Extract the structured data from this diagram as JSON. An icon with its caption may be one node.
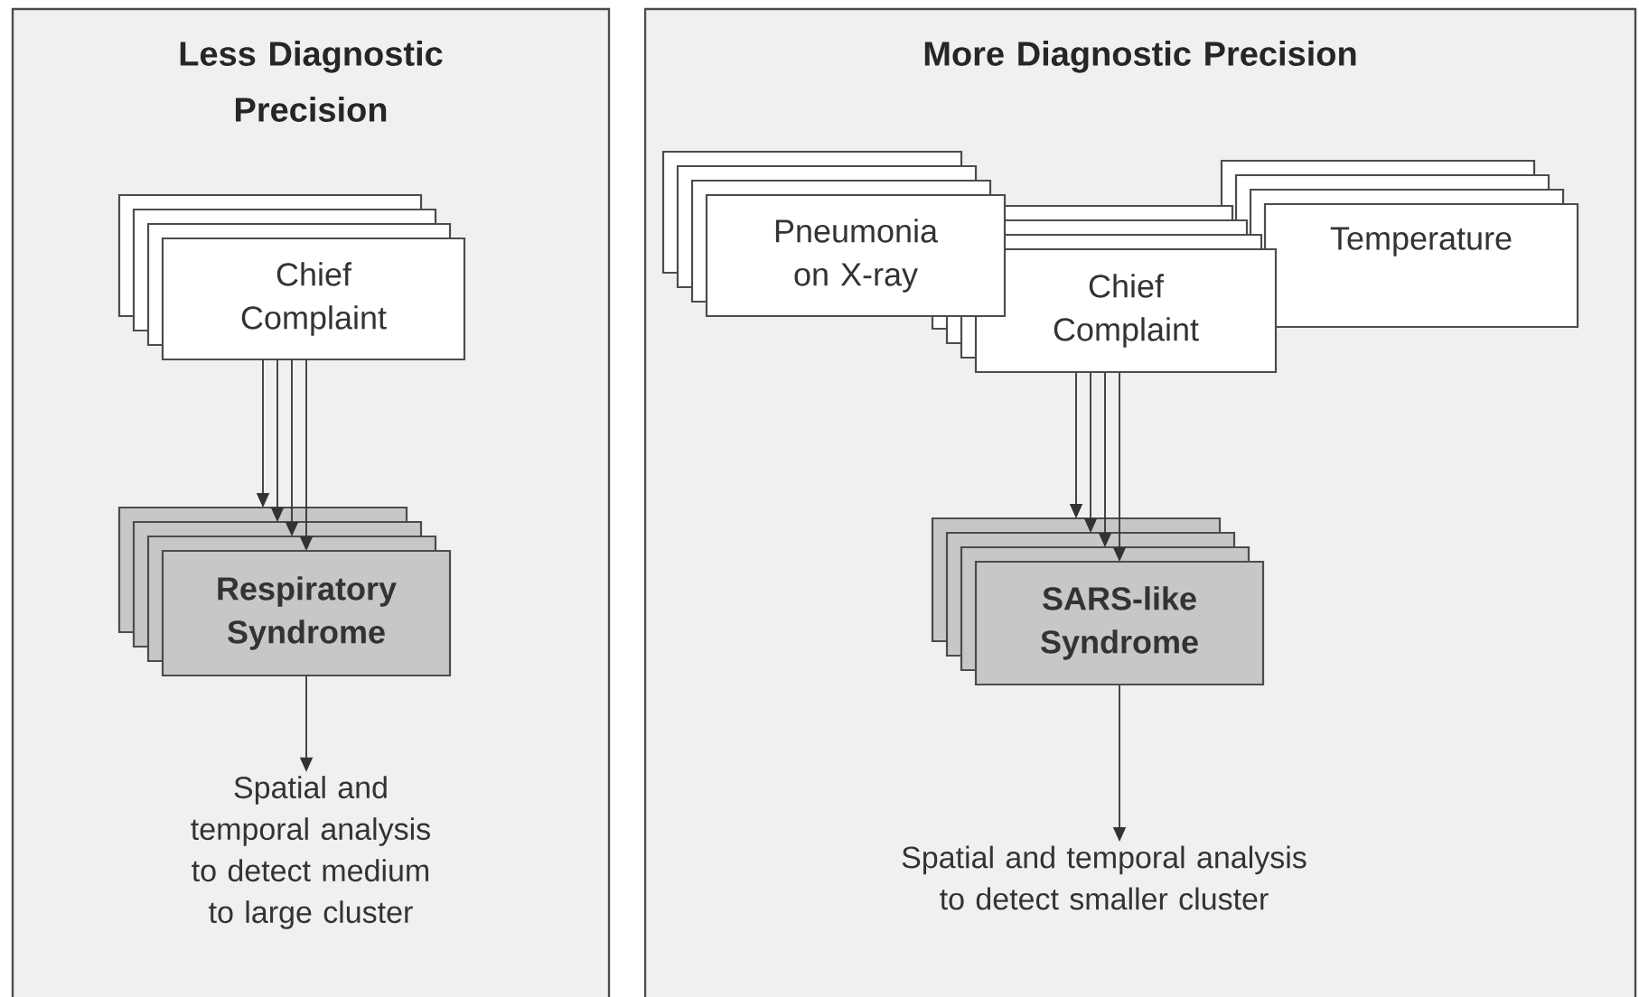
{
  "diagram": {
    "nodes": [
      {
        "text": [
          "Less Diagnostic Precision"
        ]
      },
      {
        "text": [
          "Chief Complaint"
        ],
        "in": 0
      },
      {
        "text": [
          "Respiratory Syndrome"
        ],
        "in": 0
      },
      {
        "text": [
          "Spatial and temporal analysis to detect medium to large cluster"
        ],
        "in": 0
      },
      {
        "text": [
          "More Diagnostic Precision"
        ]
      },
      {
        "text": [
          "Pneumonia on X-ray"
        ],
        "in": 4
      },
      {
        "text": [
          "Chief Complaint"
        ],
        "in": 4
      },
      {
        "text": [
          "Temperature"
        ],
        "in": 4
      },
      {
        "text": [
          "SARS-like Syndrome"
        ],
        "in": 4
      },
      {
        "text": [
          "Spatial and temporal analysis to detect smaller cluster"
        ],
        "in": 4
      }
    ],
    "edges": [
      {
        "from": 1,
        "to": 2,
        "arrow": "to"
      },
      {
        "from": 1,
        "to": 2,
        "arrow": "to"
      },
      {
        "from": 1,
        "to": 2,
        "arrow": "to"
      },
      {
        "from": 1,
        "to": 2,
        "arrow": "to"
      },
      {
        "from": 2,
        "to": 3,
        "arrow": "to"
      },
      {
        "from": 6,
        "to": 8,
        "arrow": "to"
      },
      {
        "from": 6,
        "to": 8,
        "arrow": "to"
      },
      {
        "from": 6,
        "to": 8,
        "arrow": "to"
      },
      {
        "from": 6,
        "to": 8,
        "arrow": "to"
      },
      {
        "from": 8,
        "to": 9,
        "arrow": "to"
      }
    ]
  }
}
